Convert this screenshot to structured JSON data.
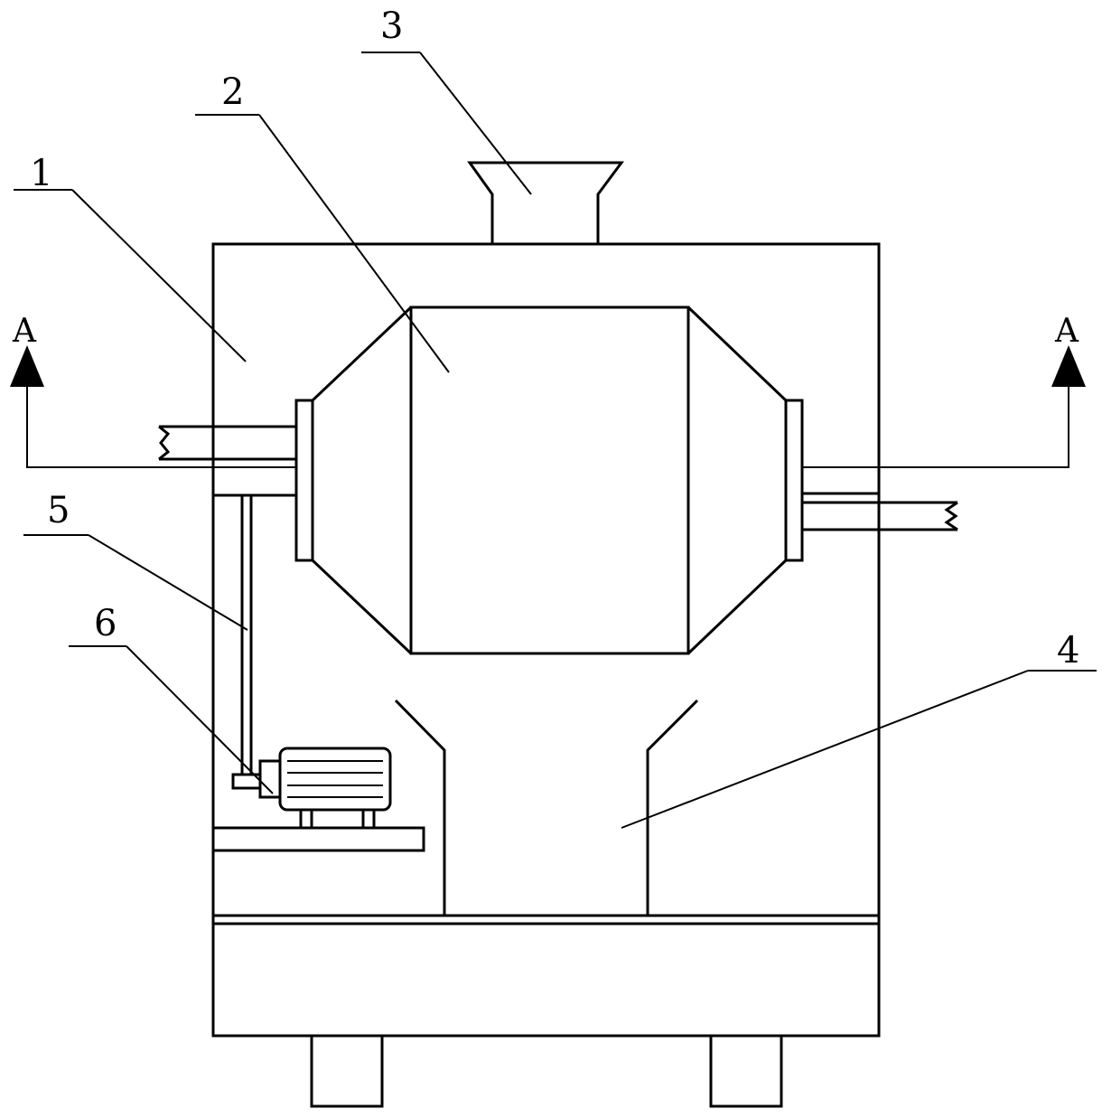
{
  "callouts": {
    "c1": "1",
    "c2": "2",
    "c3": "3",
    "c4": "4",
    "c5": "5",
    "c6": "6"
  },
  "section_marks": {
    "left": "A",
    "right": "A"
  }
}
